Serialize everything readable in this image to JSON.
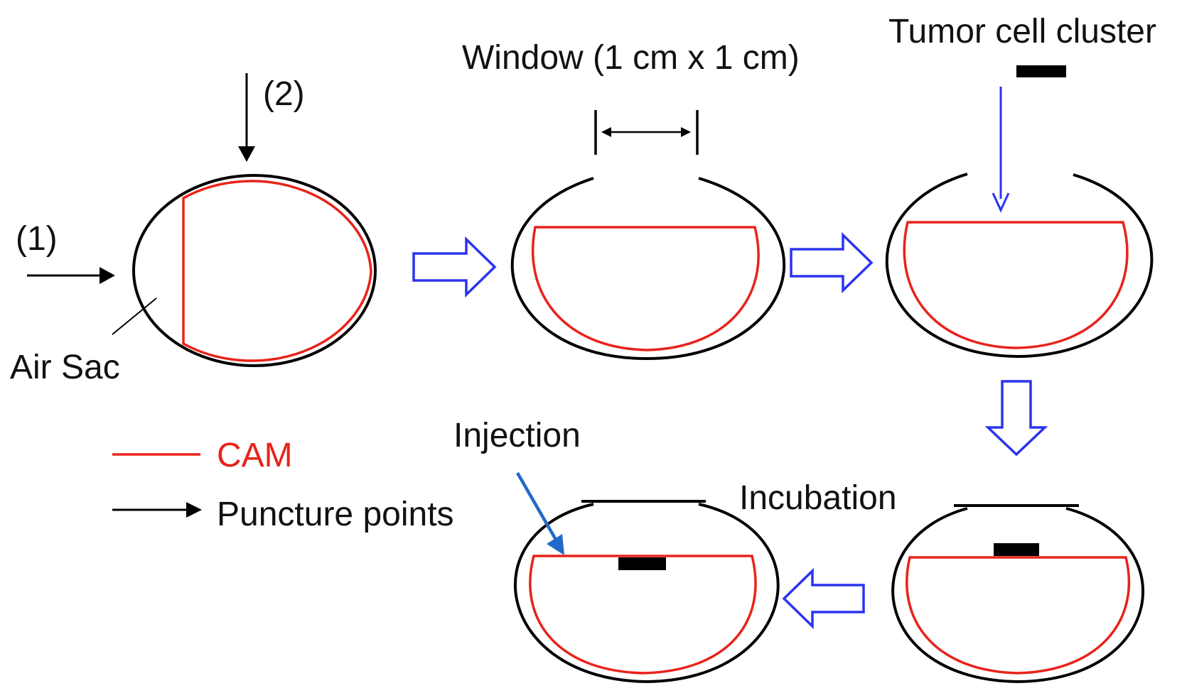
{
  "labels": {
    "puncture_1": "(1)",
    "puncture_2": "(2)",
    "air_sac": "Air Sac",
    "window": "Window (1 cm x 1 cm)",
    "tumor_cell_cluster": "Tumor cell cluster",
    "injection": "Injection",
    "incubation": "Incubation"
  },
  "legend": {
    "cam_label": "CAM",
    "puncture_label": "Puncture points"
  },
  "colors": {
    "shell": "#000000",
    "cam": "#e8231a",
    "flow_arrow": "#2b33f0",
    "injection_arrow": "#2169c9",
    "tumor": "#000000"
  }
}
